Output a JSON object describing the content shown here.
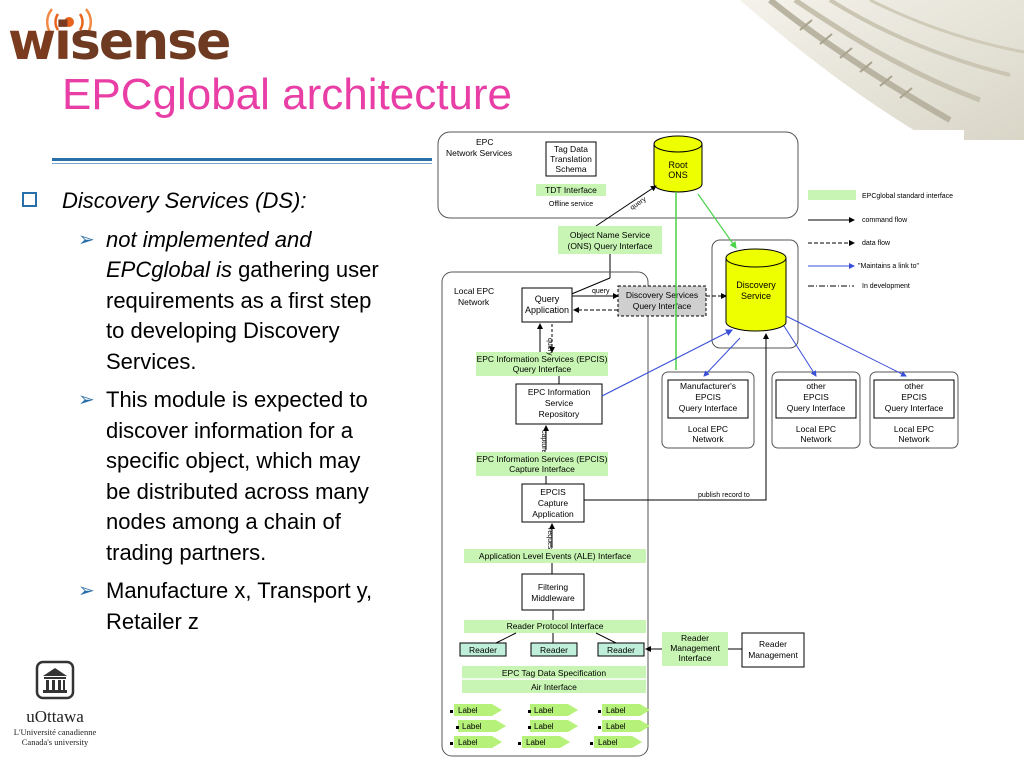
{
  "logo": {
    "text_a": "wi",
    "text_b": "sense"
  },
  "title": "EPCglobal architecture",
  "bullets": {
    "heading": "Discovery Services (DS):",
    "items": [
      {
        "italic": "not implemented and EPCglobal is",
        "rest": " gathering user requirements as a first step to developing Discovery Services."
      },
      {
        "italic": "",
        "rest": "This module is expected to discover information for a specific object, which may be distributed across many nodes among a chain of trading partners."
      },
      {
        "italic": "",
        "rest": "Manufacture x, Transport y, Retailer z"
      }
    ]
  },
  "university": {
    "name": "uOttawa",
    "line1": "L'Université canadienne",
    "line2": "Canada's university"
  },
  "diagram": {
    "epc_network_services": [
      "EPC",
      "Network Services"
    ],
    "tag_data_translation": [
      "Tag Data",
      "Translation",
      "Schema"
    ],
    "tdt_interface": "TDT Interface",
    "offline_service": "Offline service",
    "root_ons": [
      "Root",
      "ONS"
    ],
    "query": "query",
    "ons_query_interface": [
      "Object Name Service",
      "(ONS) Query Interface"
    ],
    "local_epc_network": [
      "Local EPC",
      "Network"
    ],
    "query_application": [
      "Query",
      "Application"
    ],
    "discovery_services_qi": [
      "Discovery Services",
      "Query Interface"
    ],
    "discovery_service": [
      "Discovery",
      "Service"
    ],
    "epcis_query_interface": [
      "EPC Information Services (EPCIS)",
      "Query Interface"
    ],
    "epcis_repository": [
      "EPC Information",
      "Service",
      "Repository"
    ],
    "capture": "capture",
    "epcis_capture_interface": [
      "EPC Information Services (EPCIS)",
      "Capture Interface"
    ],
    "epcis_capture_app": [
      "EPCIS",
      "Capture",
      "Application"
    ],
    "publish_record": "publish record to",
    "request": "request",
    "ale_interface": "Application Level Events (ALE) Interface",
    "filtering_middleware": [
      "Filtering",
      "Middleware"
    ],
    "reader_protocol": "Reader Protocol Interface",
    "reader": "Reader",
    "reader_mgmt_interface": [
      "Reader",
      "Management",
      "Interface"
    ],
    "reader_management": [
      "Reader",
      "Management"
    ],
    "epc_tag_data_spec": "EPC Tag Data Specification",
    "air_interface": "Air Interface",
    "label": "Label",
    "manufacturer": [
      "Manufacturer's",
      "EPCIS",
      "Query Interface"
    ],
    "other1": [
      "other",
      "EPCIS",
      "Query Interface"
    ],
    "other2": [
      "other",
      "EPCIS",
      "Query Interface"
    ],
    "local_epc_short": [
      "Local EPC",
      "Network"
    ],
    "legend": {
      "standard": "EPCglobal standard interface",
      "command": "command flow",
      "data": "data flow",
      "link": "\"Maintains a link to\"",
      "dev": "In development"
    }
  },
  "colors": {
    "title": "#e83ea6",
    "accent_blue": "#2a6fa8",
    "interface_green": "#c8f5b4",
    "cylinder": "#eeff00"
  }
}
